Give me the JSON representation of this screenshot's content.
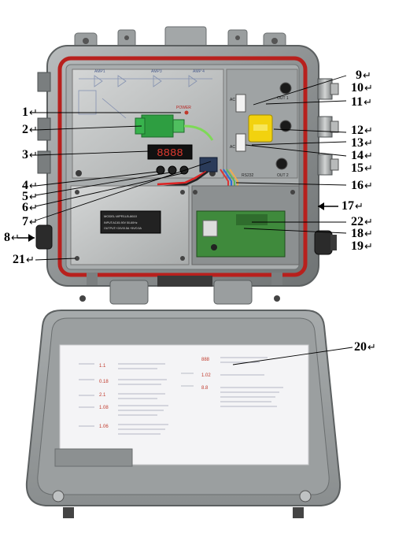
{
  "device": {
    "panel_labels": {
      "power": "POWER",
      "amp1": "AMP1",
      "amp3": "AMP3",
      "amp4": "AMP 4",
      "ac1": "AC 1",
      "ac2": "AC",
      "out1": "OUT 1",
      "out2": "OUT 2",
      "rs232": "RS232",
      "led_display": "8888"
    },
    "model_plate": {
      "line1": "MODEL:WPR1LB-8610",
      "line2": "INPUT:AC45-90V   50-60Hz",
      "line3": "OUTPUT:+24V/0.5A   +5V/0.5A"
    },
    "manual_codes": [
      "1.1",
      "0.18",
      "2.1",
      "1.08",
      "1.06",
      "888",
      "1.02",
      "8.8"
    ]
  },
  "callouts": [
    {
      "id": "1",
      "mark": "↵"
    },
    {
      "id": "2",
      "mark": "↵"
    },
    {
      "id": "3",
      "mark": "↵"
    },
    {
      "id": "4",
      "mark": "↵"
    },
    {
      "id": "5",
      "mark": "↵"
    },
    {
      "id": "6",
      "mark": "↵"
    },
    {
      "id": "7",
      "mark": "↵"
    },
    {
      "id": "8",
      "mark": "↵"
    },
    {
      "id": "9",
      "mark": "↵"
    },
    {
      "id": "10",
      "mark": "↵"
    },
    {
      "id": "11",
      "mark": "↵"
    },
    {
      "id": "12",
      "mark": "↵"
    },
    {
      "id": "13",
      "mark": "↵"
    },
    {
      "id": "14",
      "mark": "↵"
    },
    {
      "id": "15",
      "mark": "↵"
    },
    {
      "id": "16",
      "mark": "↵"
    },
    {
      "id": "17",
      "mark": "↵"
    },
    {
      "id": "18",
      "mark": "↵"
    },
    {
      "id": "19",
      "mark": "↵"
    },
    {
      "id": "20",
      "mark": "↵"
    },
    {
      "id": "21",
      "mark": "↵"
    },
    {
      "id": "22",
      "mark": "↵"
    }
  ]
}
